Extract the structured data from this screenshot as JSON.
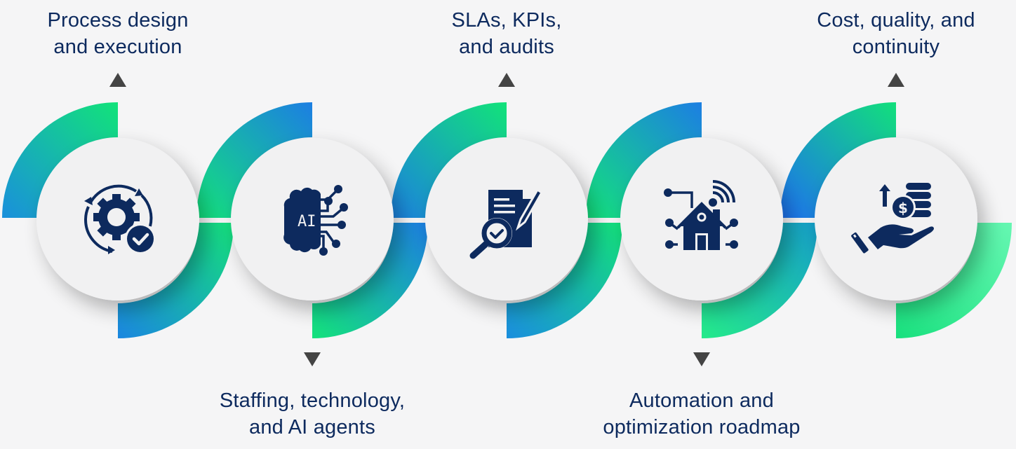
{
  "diagram": {
    "type": "process-flow",
    "steps": [
      {
        "id": 1,
        "label_lines": [
          "Process design",
          "and execution"
        ],
        "label_position": "top",
        "icon": "gear-cycle-check-icon",
        "arc_colors": {
          "top_left": [
            "#12e27a",
            "#1a8fdc"
          ],
          "bottom_right": [
            "#14df7b",
            "#1a86e0"
          ]
        }
      },
      {
        "id": 2,
        "label_lines": [
          "Staffing, technology,",
          "and AI agents"
        ],
        "label_position": "bottom",
        "icon": "ai-brain-circuit-icon",
        "arc_colors": {
          "top_left": [
            "#1c7fe2",
            "#13e27b"
          ],
          "bottom_right": [
            "#1c7fe2",
            "#13e27b"
          ]
        }
      },
      {
        "id": 3,
        "label_lines": [
          "SLAs, KPIs,",
          "and audits"
        ],
        "label_position": "top",
        "icon": "document-audit-magnifier-icon",
        "arc_colors": {
          "top_left": [
            "#12e27a",
            "#1b7fe0"
          ],
          "bottom_right": [
            "#13e07a",
            "#1a8ede"
          ]
        }
      },
      {
        "id": 4,
        "label_lines": [
          "Automation and",
          "optimization roadmap"
        ],
        "label_position": "bottom",
        "icon": "smart-home-network-icon",
        "arc_colors": {
          "top_left": [
            "#1c7fe2",
            "#13e27b"
          ],
          "bottom_right": [
            "#159ec8",
            "#24ea8a"
          ]
        }
      },
      {
        "id": 5,
        "label_lines": [
          "Cost, quality, and",
          "continuity"
        ],
        "label_position": "top",
        "icon": "hand-coins-growth-icon",
        "arc_colors": {
          "top_left": [
            "#12df7c",
            "#1d6ff0"
          ],
          "bottom_right": [
            "#66f7b2",
            "#18e07e"
          ]
        }
      }
    ]
  },
  "colors": {
    "background": "#f5f5f6",
    "label_text": "#0d2a5e",
    "icon": "#0d2a5e",
    "pointer": "#444444",
    "circle": "#f1f1f2"
  }
}
